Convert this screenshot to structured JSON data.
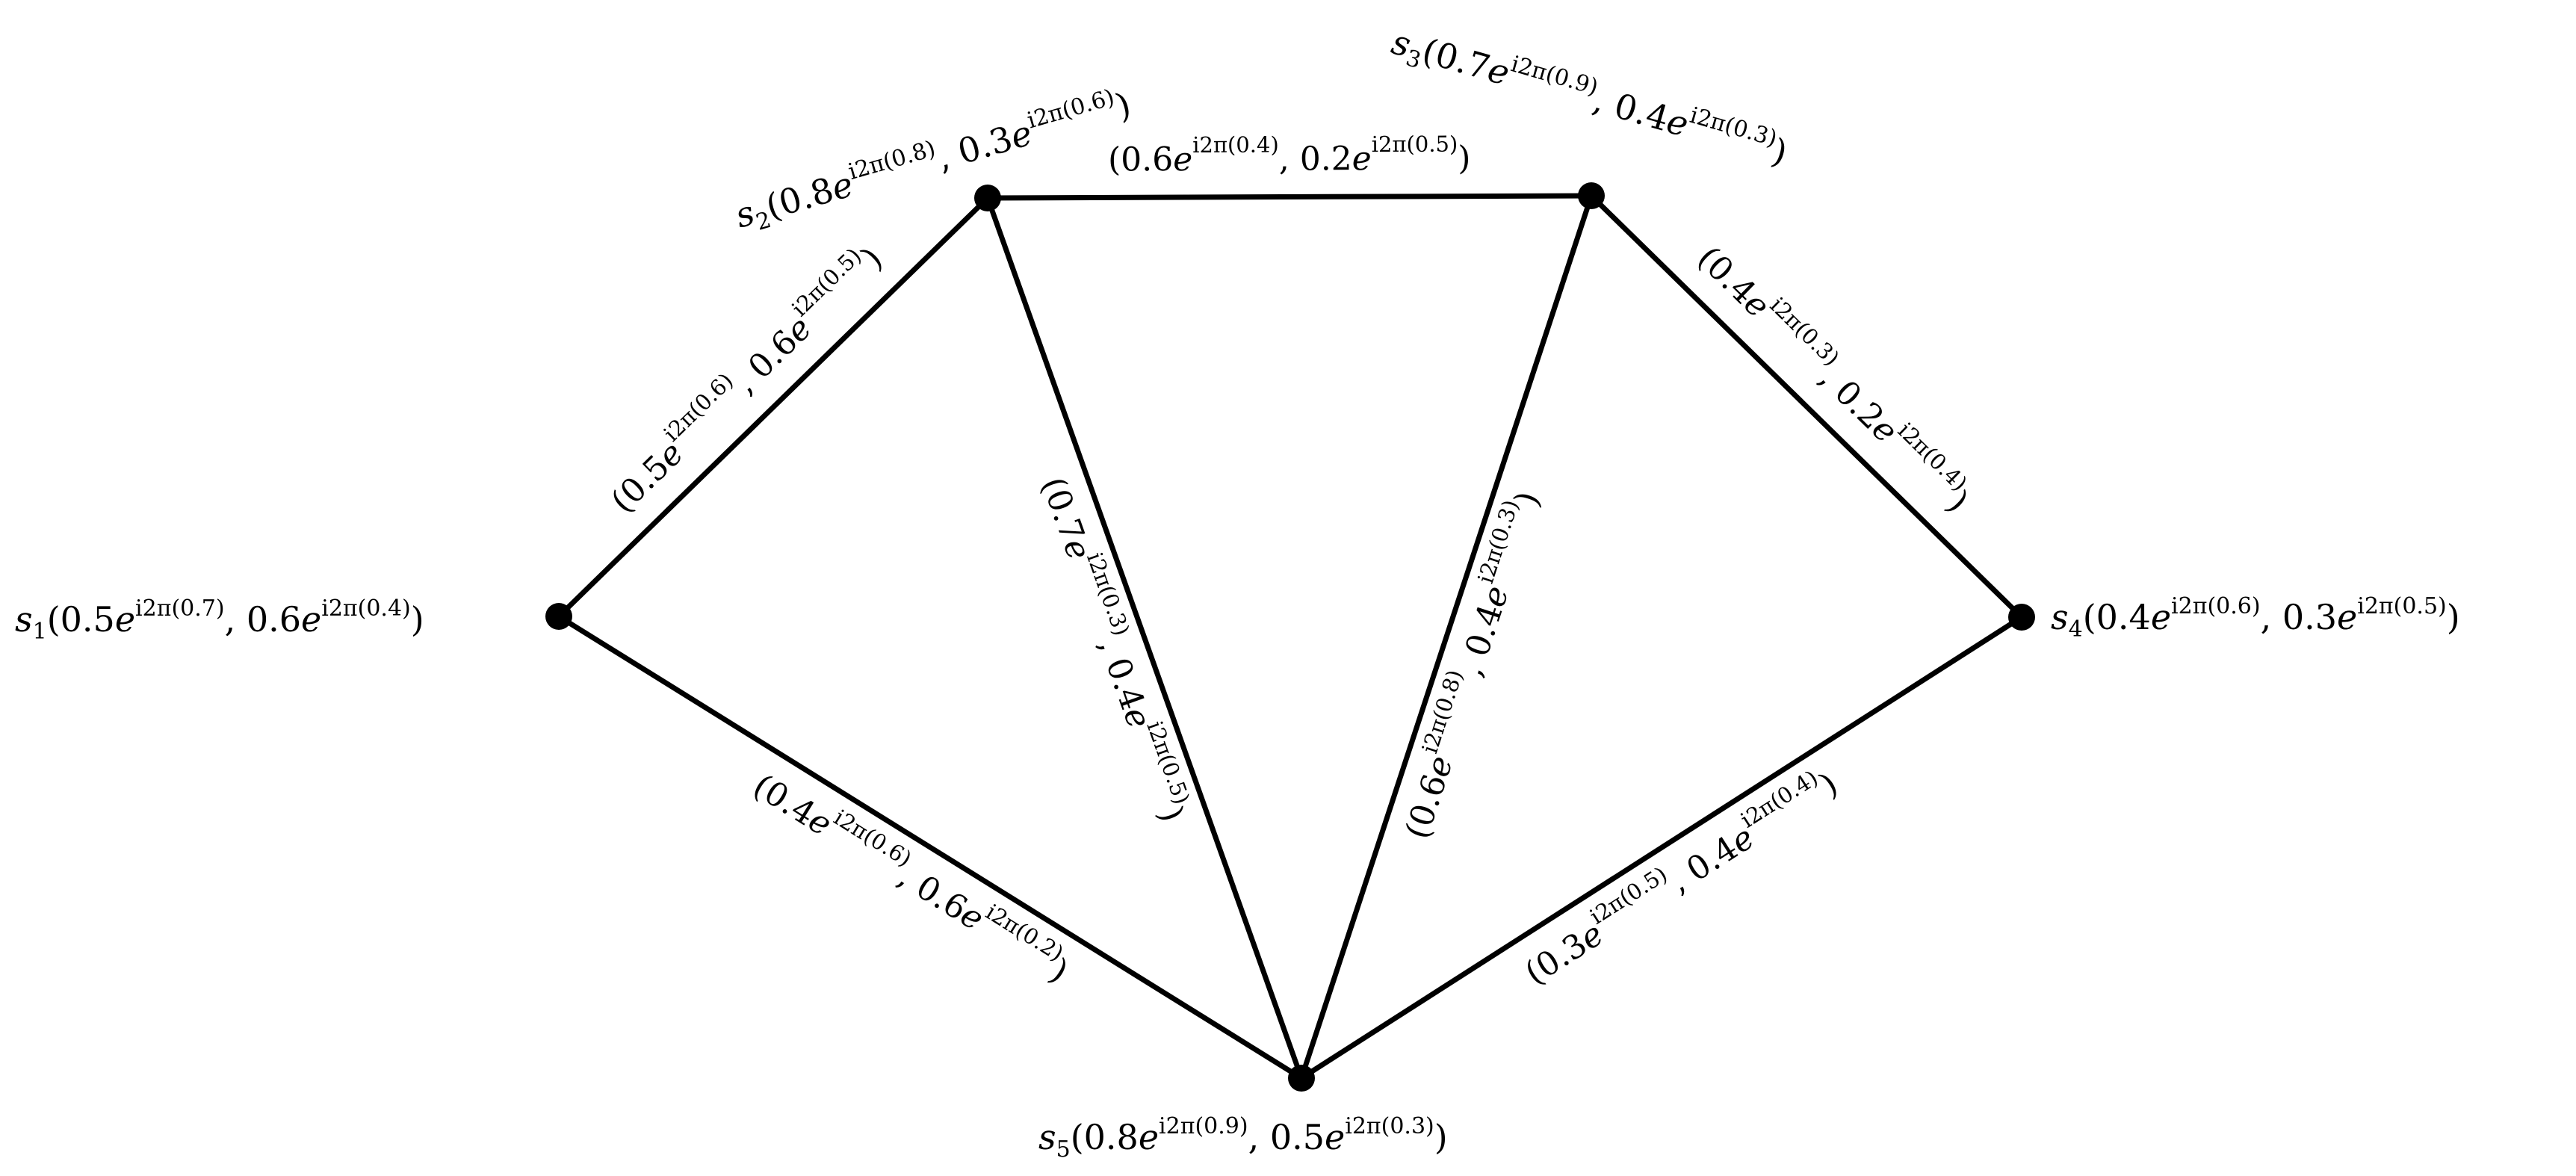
{
  "vertices": [
    {
      "id": "s1",
      "name": "s",
      "sub": "1",
      "a": "0.5",
      "ap": "0.7",
      "b": "0.6",
      "bp": "0.4"
    },
    {
      "id": "s2",
      "name": "s",
      "sub": "2",
      "a": "0.8",
      "ap": "0.8",
      "b": "0.3",
      "bp": "0.6"
    },
    {
      "id": "s3",
      "name": "s",
      "sub": "3",
      "a": "0.7",
      "ap": "0.9",
      "b": "0.4",
      "bp": "0.3"
    },
    {
      "id": "s4",
      "name": "s",
      "sub": "4",
      "a": "0.4",
      "ap": "0.6",
      "b": "0.3",
      "bp": "0.5"
    },
    {
      "id": "s5",
      "name": "s",
      "sub": "5",
      "a": "0.8",
      "ap": "0.9",
      "b": "0.5",
      "bp": "0.3"
    }
  ],
  "edges": [
    {
      "from": "s1",
      "to": "s2",
      "a": "0.5",
      "ap": "0.6",
      "b": "0.6",
      "bp": "0.5"
    },
    {
      "from": "s2",
      "to": "s3",
      "a": "0.6",
      "ap": "0.4",
      "b": "0.2",
      "bp": "0.5"
    },
    {
      "from": "s3",
      "to": "s4",
      "a": "0.4",
      "ap": "0.3",
      "b": "0.2",
      "bp": "0.4"
    },
    {
      "from": "s1",
      "to": "s5",
      "a": "0.4",
      "ap": "0.6",
      "b": "0.6",
      "bp": "0.2"
    },
    {
      "from": "s2",
      "to": "s5",
      "a": "0.7",
      "ap": "0.3",
      "b": "0.4",
      "bp": "0.5"
    },
    {
      "from": "s3",
      "to": "s5",
      "a": "0.6",
      "ap": "0.8",
      "b": "0.4",
      "bp": "0.3"
    },
    {
      "from": "s4",
      "to": "s5",
      "a": "0.3",
      "ap": "0.5",
      "b": "0.4",
      "bp": "0.4"
    }
  ]
}
